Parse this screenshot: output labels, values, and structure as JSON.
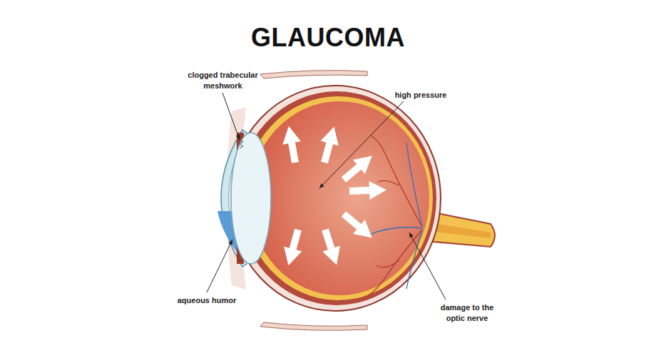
{
  "diagram": {
    "title": "GLAUCOMA",
    "labels": [
      "clogged trabecular meshwork",
      "high pressure",
      "aqueous humor",
      "damage to the optic nerve"
    ]
  }
}
